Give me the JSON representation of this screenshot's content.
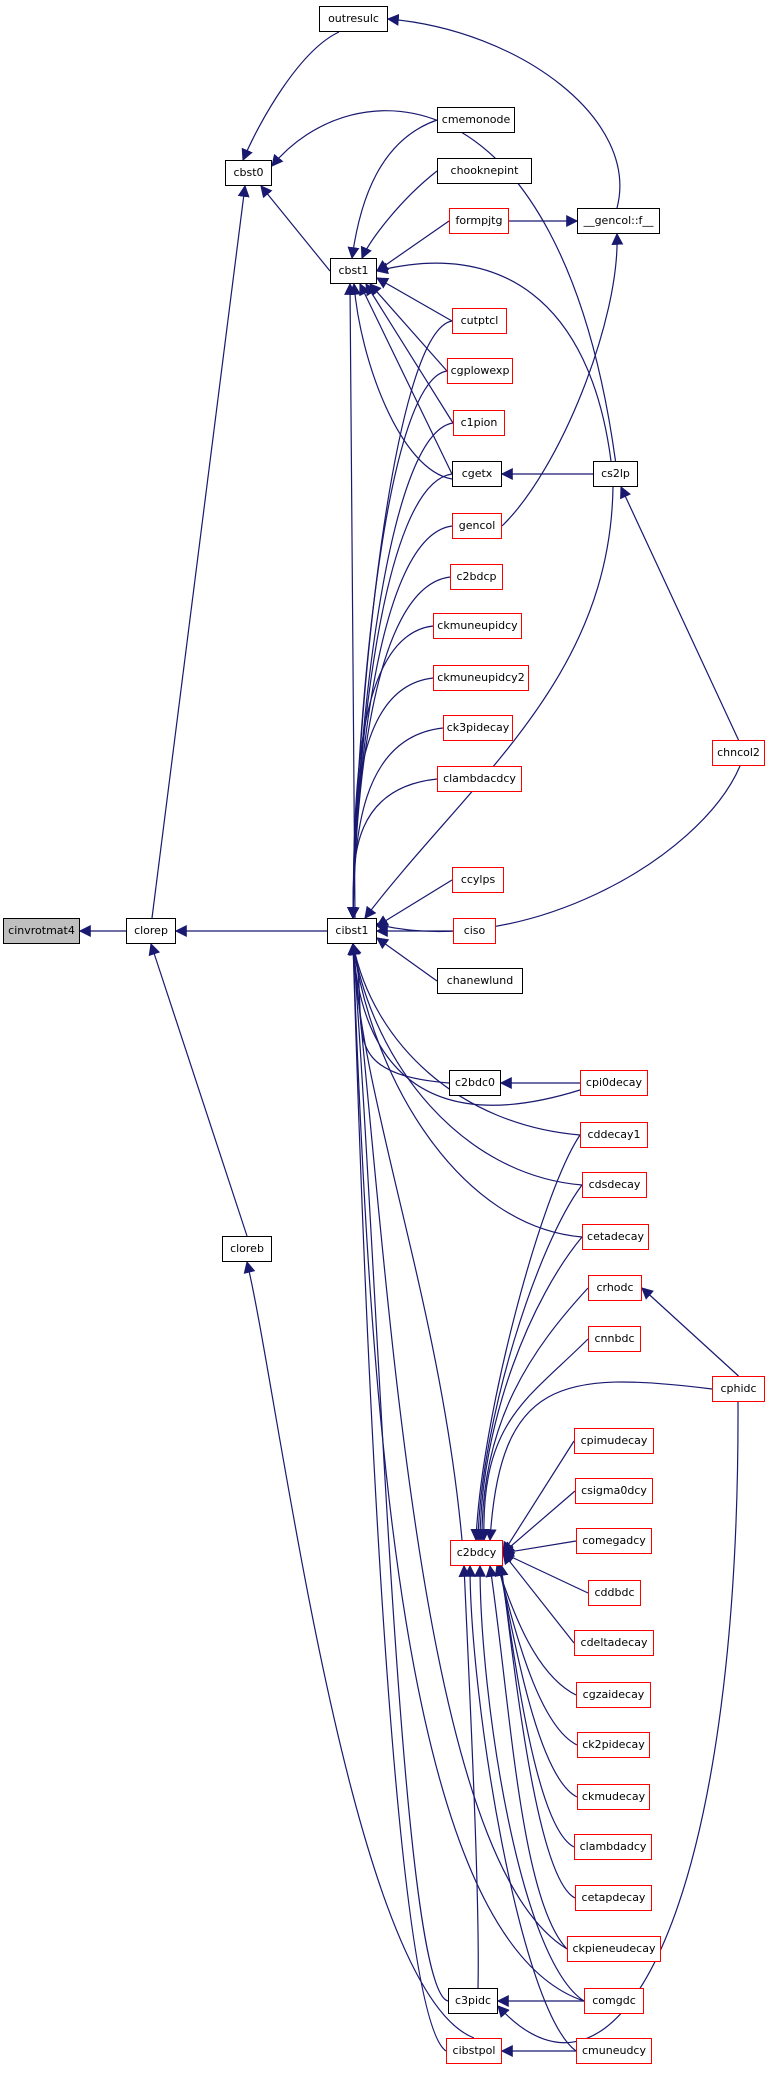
{
  "diagram": {
    "edge_color": "#191970",
    "node_fill": "#ffffff",
    "root_fill": "#bfbfbf",
    "border_black": "#000000",
    "border_red": "#ff0000"
  },
  "nodes": {
    "cinvrotmat4": "cinvrotmat4",
    "clorep": "clorep",
    "cloreb": "cloreb",
    "cbst0": "cbst0",
    "outresulc": "outresulc",
    "cbst1": "cbst1",
    "cmemonode": "cmemonode",
    "chooknepint": "chooknepint",
    "formpjtg": "formpjtg",
    "gencol_f": "__gencol::f__",
    "cutptcl": "cutptcl",
    "cgplowexp": "cgplowexp",
    "c1pion": "c1pion",
    "cgetx": "cgetx",
    "cs2lp": "cs2lp",
    "gencol": "gencol",
    "c2bdcp": "c2bdcp",
    "ckmuneupidcy": "ckmuneupidcy",
    "ckmuneupidcy2": "ckmuneupidcy2",
    "ck3pidecay": "ck3pidecay",
    "clambdacdcy": "clambdacdcy",
    "chncol2": "chncol2",
    "ccylps": "ccylps",
    "cibst1": "cibst1",
    "ciso": "ciso",
    "chanewlund": "chanewlund",
    "c2bdc0": "c2bdc0",
    "cpi0decay": "cpi0decay",
    "cddecay1": "cddecay1",
    "cdsdecay": "cdsdecay",
    "cetadecay": "cetadecay",
    "crhodc": "crhodc",
    "cnnbdc": "cnnbdc",
    "cphidc": "cphidc",
    "cpimudecay": "cpimudecay",
    "csigma0dcy": "csigma0dcy",
    "comegadcy": "comegadcy",
    "c2bdcy": "c2bdcy",
    "cddbdc": "cddbdc",
    "cdeltadecay": "cdeltadecay",
    "cgzaidecay": "cgzaidecay",
    "ck2pidecay": "ck2pidecay",
    "ckmudecay": "ckmudecay",
    "clambdadcy": "clambdadcy",
    "cetapdecay": "cetapdecay",
    "ckpieneudecay": "ckpieneudecay",
    "c3pidc": "c3pidc",
    "comgdc": "comgdc",
    "cibstpol": "cibstpol",
    "cmuneudcy": "cmuneudcy"
  }
}
